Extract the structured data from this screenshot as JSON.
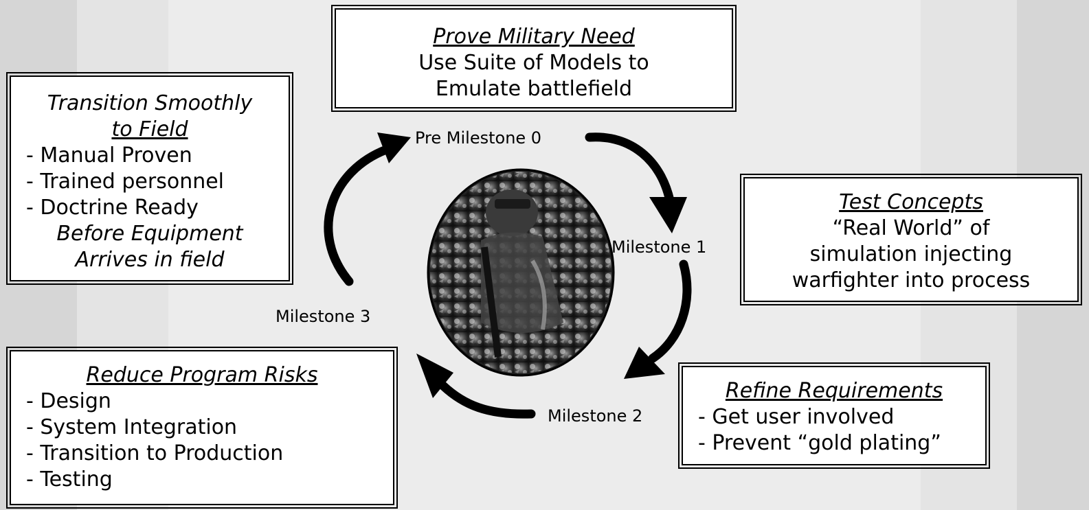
{
  "boxes": {
    "prove": {
      "title": "Prove Military Need",
      "lines": [
        "Use Suite of Models to",
        "Emulate battlefield"
      ]
    },
    "transition": {
      "title_line1": "Transition Smoothly",
      "title_line2": "to Field",
      "items": [
        "- Manual Proven",
        "- Trained personnel",
        "- Doctrine Ready"
      ],
      "footer": [
        "Before Equipment",
        "Arrives in field"
      ]
    },
    "test": {
      "title": "Test Concepts",
      "lines": [
        "“Real World” of",
        "simulation injecting",
        "warfighter into process"
      ]
    },
    "reduce": {
      "title": "Reduce Program Risks",
      "items": [
        "- Design",
        "- System Integration",
        "- Transition to Production",
        "- Testing"
      ]
    },
    "refine": {
      "title": "Refine Requirements",
      "items": [
        "- Get user involved",
        "- Prevent “gold plating”"
      ]
    }
  },
  "milestones": {
    "m0": "Pre Milestone 0",
    "m1": "Milestone 1",
    "m2": "Milestone 2",
    "m3": "Milestone 3"
  },
  "center_image": "soldier-photo"
}
